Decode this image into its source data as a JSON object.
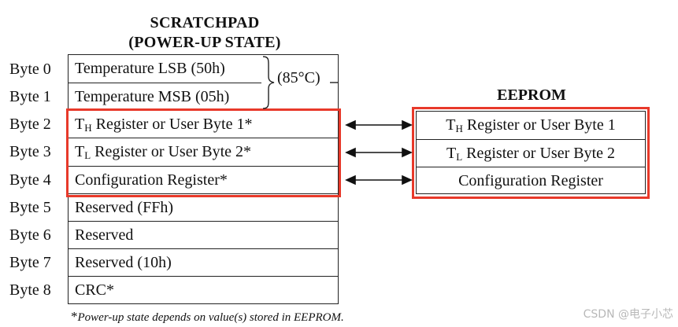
{
  "title": {
    "line1": "SCRATCHPAD",
    "line2": "(POWER-UP STATE)"
  },
  "bytes": [
    "Byte 0",
    "Byte 1",
    "Byte 2",
    "Byte 3",
    "Byte 4",
    "Byte 5",
    "Byte 6",
    "Byte 7",
    "Byte 8"
  ],
  "scratchpad": [
    {
      "text": "Temperature LSB (50h)"
    },
    {
      "text": "Temperature MSB (05h)"
    },
    {
      "t": "T",
      "sub": "H",
      "rest": " Register or User Byte 1*"
    },
    {
      "t": "T",
      "sub": "L",
      "rest": " Register or User Byte 2*"
    },
    {
      "text": "Configuration Register*"
    },
    {
      "text": "Reserved (FFh)"
    },
    {
      "text": "Reserved"
    },
    {
      "text": "Reserved (10h)"
    },
    {
      "text": "CRC*"
    }
  ],
  "temp_note": "(85°C)",
  "eeprom": {
    "title": "EEPROM",
    "rows": [
      {
        "t": "T",
        "sub": "H",
        "rest": " Register or User Byte 1"
      },
      {
        "t": "T",
        "sub": "L",
        "rest": " Register or User Byte 2"
      },
      {
        "text": "Configuration Register"
      }
    ]
  },
  "footnote": {
    "star": "*",
    "text": "Power-up state depends on value(s) stored in EEPROM."
  },
  "watermark": "CSDN @电子小芯",
  "colors": {
    "highlight": "#e8392a",
    "line": "#222222"
  }
}
